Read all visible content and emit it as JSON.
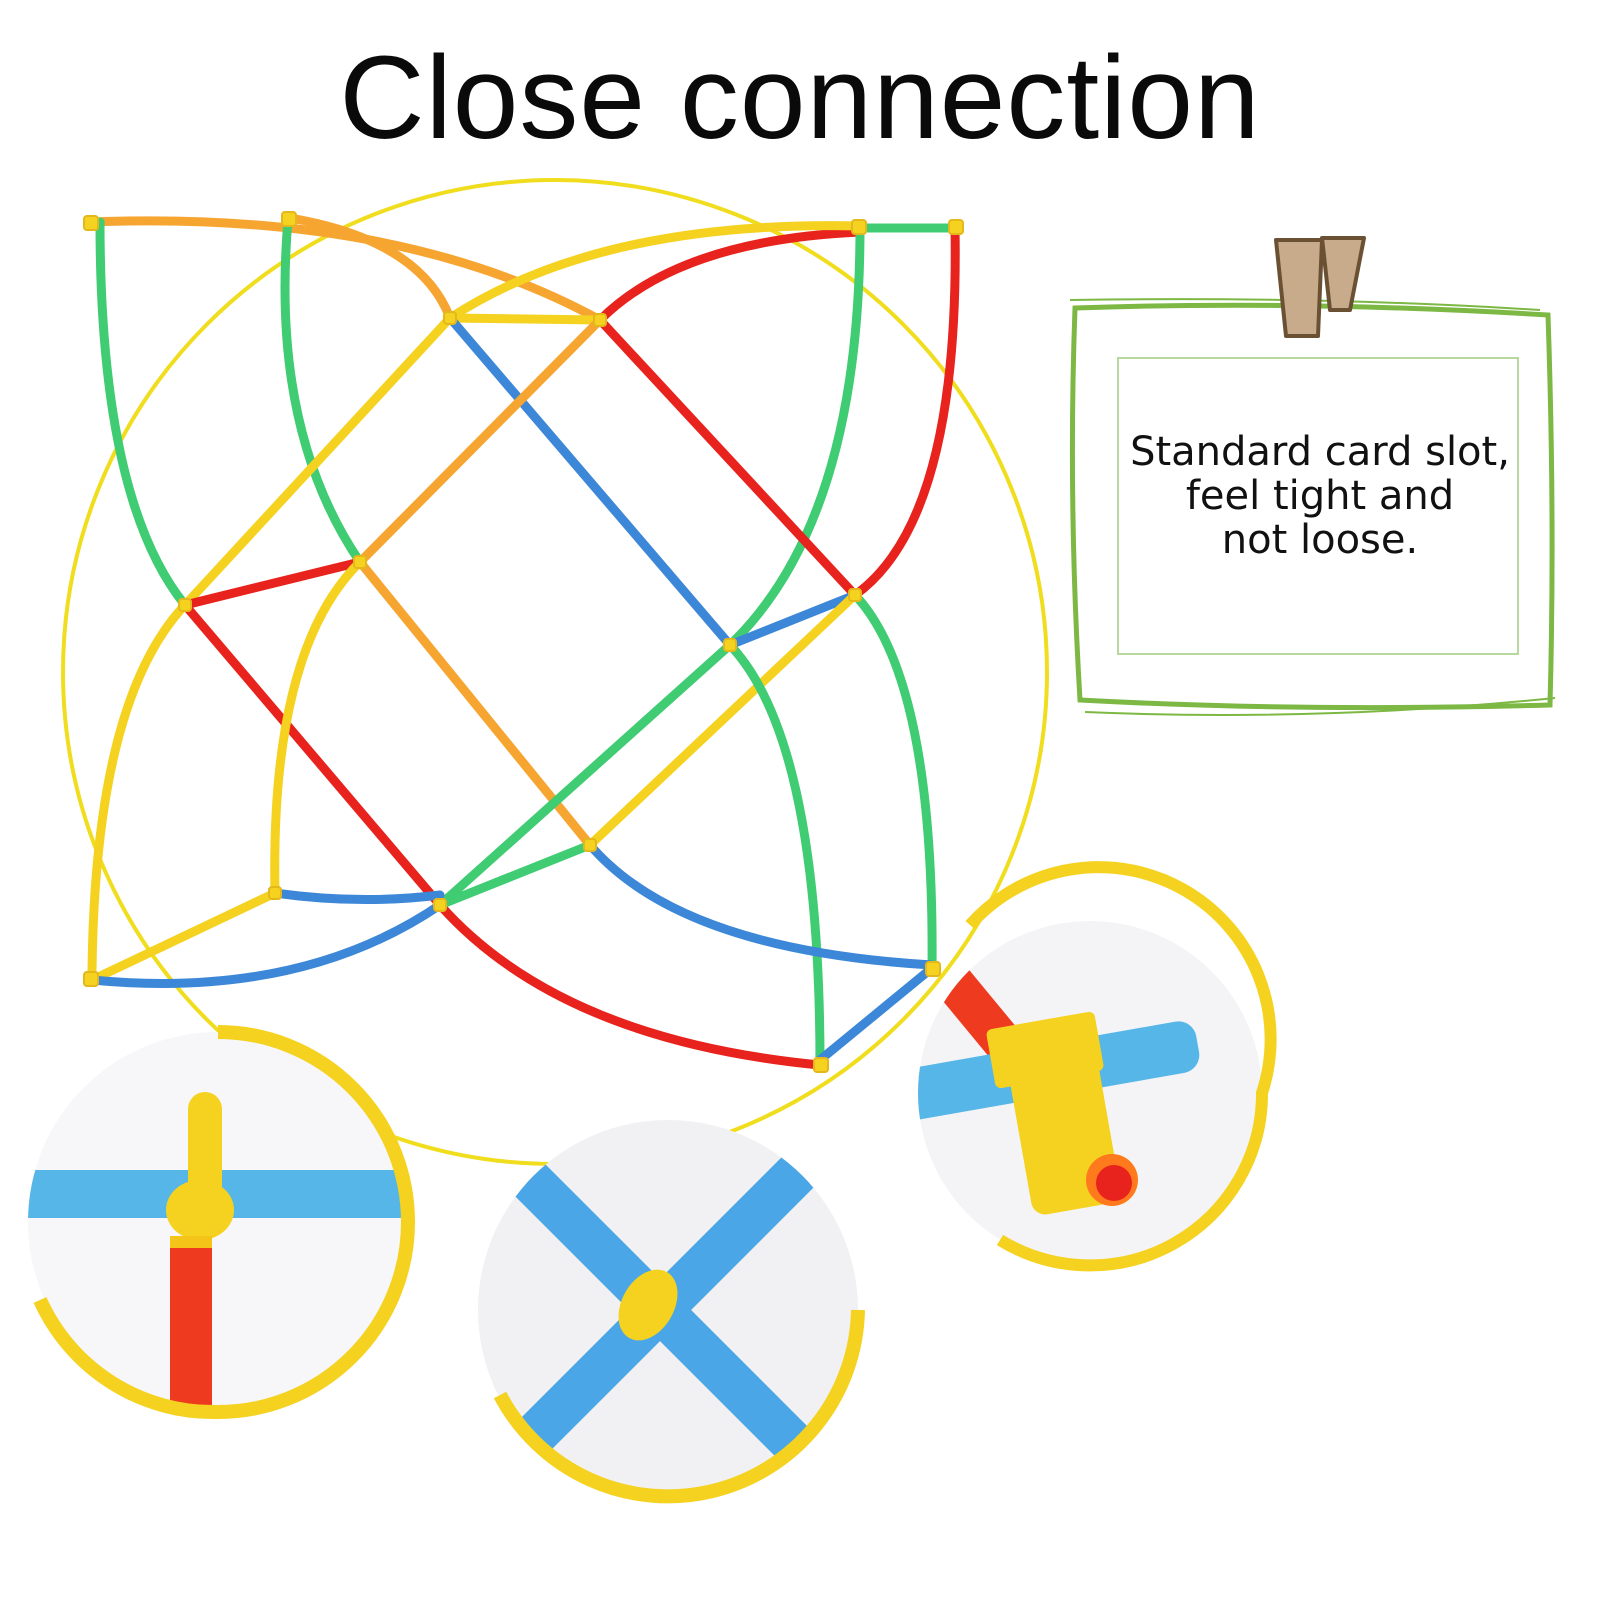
{
  "title": "Close connection",
  "note": {
    "lines": [
      "Standard card slot,",
      "feel tight and",
      "not loose."
    ]
  },
  "colors": {
    "red": "#e8231d",
    "yellow": "#f5d21f",
    "orange": "#f6a531",
    "green": "#3fcc72",
    "blue": "#3c87d7",
    "circle_border": "#f0dd1e",
    "card_frame": "#7cb843",
    "clip": "#b69a7a"
  }
}
